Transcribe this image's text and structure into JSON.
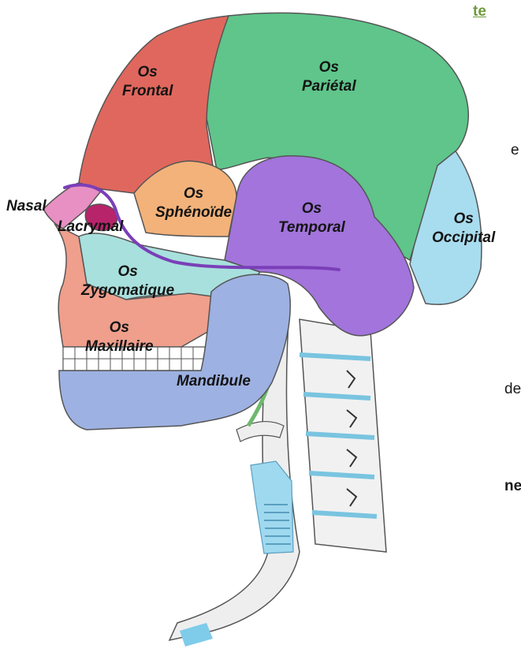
{
  "page": {
    "heading_fragment": "te",
    "left_text_fragments": [
      "e",
      "de",
      "ne"
    ],
    "trailing_comma": ","
  },
  "labels": {
    "frontal": {
      "line1": "Os",
      "line2": "Frontal"
    },
    "parietal": {
      "line1": "Os",
      "line2": "Pariétal"
    },
    "sphenoide": {
      "line1": "Os",
      "line2": "Sphénoïde"
    },
    "temporal": {
      "line1": "Os",
      "line2": "Temporal"
    },
    "occipital": {
      "line1": "Os",
      "line2": "Occipital"
    },
    "nasal": "Nasal",
    "lacrymal": "Lacrymal",
    "zygomatique": {
      "line1": "Os",
      "line2": "Zygomatique"
    },
    "maxillaire": {
      "line1": "Os",
      "line2": "Maxillaire"
    },
    "mandibule": "Mandibule"
  },
  "colors": {
    "frontal": "#e0675d",
    "parietal": "#5fc58a",
    "sphenoide": "#f2b27a",
    "temporal": "#a274dc",
    "occipital": "#a8dcef",
    "nasal": "#e88fc3",
    "lacrymal": "#b8246a",
    "zygomatique": "#a8e0dd",
    "maxillaire": "#ef9f8c",
    "mandibule": "#9db1e2",
    "spine": "#eeeeee",
    "cartilage": "#7ecbea",
    "guide_line": "#7a3fb8",
    "heading": "#6f9a3c"
  }
}
